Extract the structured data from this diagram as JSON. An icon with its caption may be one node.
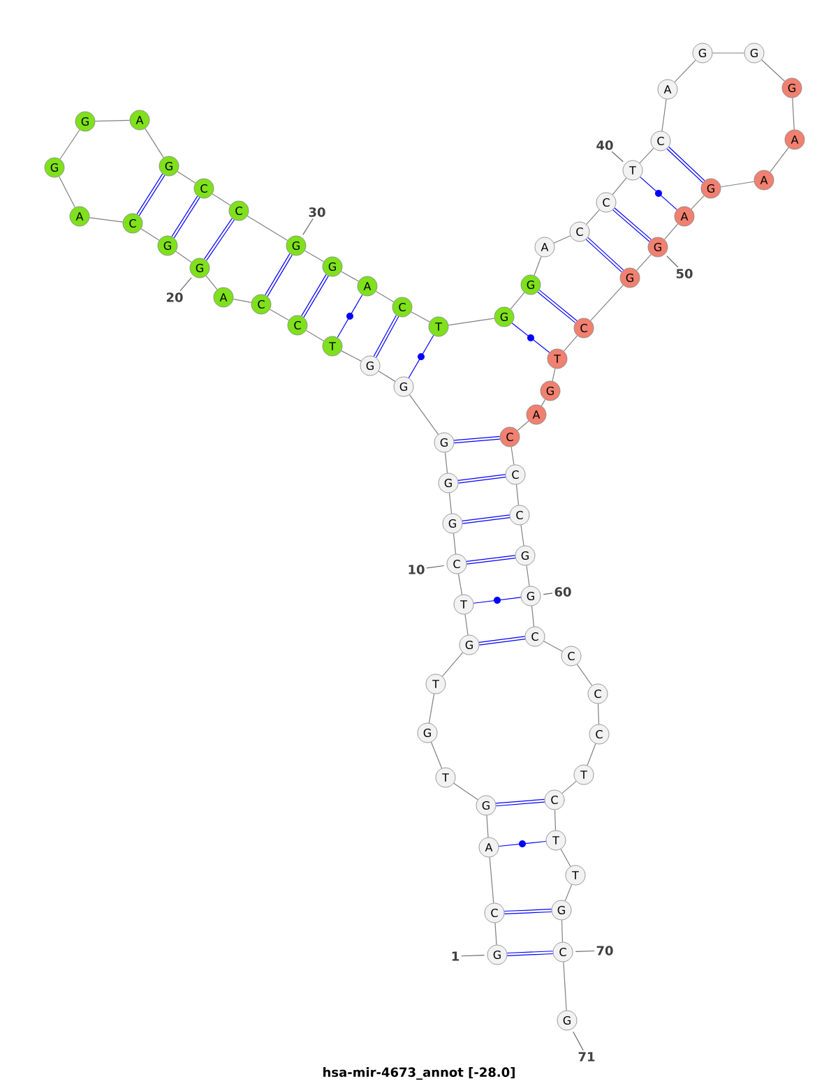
{
  "diagram": {
    "title": "hsa-mir-4673_annot [-28.0]",
    "nodes": [
      {
        "text": [
          "G"
        ]
      },
      {
        "text": [
          "C"
        ]
      },
      {
        "text": [
          "A"
        ]
      },
      {
        "text": [
          "G"
        ]
      },
      {
        "text": [
          "T"
        ]
      },
      {
        "text": [
          "G"
        ]
      },
      {
        "text": [
          "T"
        ]
      },
      {
        "text": [
          "G"
        ]
      },
      {
        "text": [
          "T"
        ]
      },
      {
        "text": [
          "C"
        ]
      },
      {
        "text": [
          "G"
        ]
      },
      {
        "text": [
          "G"
        ]
      },
      {
        "text": [
          "G"
        ]
      },
      {
        "text": [
          "G"
        ]
      },
      {
        "text": [
          "G"
        ]
      },
      {
        "text": [
          "T"
        ]
      },
      {
        "text": [
          "C"
        ]
      },
      {
        "text": [
          "C"
        ]
      },
      {
        "text": [
          "A"
        ]
      },
      {
        "text": [
          "G"
        ]
      },
      {
        "text": [
          "G"
        ]
      },
      {
        "text": [
          "C"
        ]
      },
      {
        "text": [
          "A"
        ]
      },
      {
        "text": [
          "G"
        ]
      },
      {
        "text": [
          "G"
        ]
      },
      {
        "text": [
          "A"
        ]
      },
      {
        "text": [
          "G"
        ]
      },
      {
        "text": [
          "C"
        ]
      },
      {
        "text": [
          "C"
        ]
      },
      {
        "text": [
          "G"
        ]
      },
      {
        "text": [
          "G"
        ]
      },
      {
        "text": [
          "A"
        ]
      },
      {
        "text": [
          "C"
        ]
      },
      {
        "text": [
          "T"
        ]
      },
      {
        "text": [
          "G"
        ]
      },
      {
        "text": [
          "G"
        ]
      },
      {
        "text": [
          "A"
        ]
      },
      {
        "text": [
          "C"
        ]
      },
      {
        "text": [
          "C"
        ]
      },
      {
        "text": [
          "T"
        ]
      },
      {
        "text": [
          "C"
        ]
      },
      {
        "text": [
          "A"
        ]
      },
      {
        "text": [
          "G"
        ]
      },
      {
        "text": [
          "G"
        ]
      },
      {
        "text": [
          "G"
        ]
      },
      {
        "text": [
          "A"
        ]
      },
      {
        "text": [
          "A"
        ]
      },
      {
        "text": [
          "G"
        ]
      },
      {
        "text": [
          "A"
        ]
      },
      {
        "text": [
          "G"
        ]
      },
      {
        "text": [
          "G"
        ]
      },
      {
        "text": [
          "C"
        ]
      },
      {
        "text": [
          "T"
        ]
      },
      {
        "text": [
          "G"
        ]
      },
      {
        "text": [
          "A"
        ]
      },
      {
        "text": [
          "C"
        ]
      },
      {
        "text": [
          "C"
        ]
      },
      {
        "text": [
          "C"
        ]
      },
      {
        "text": [
          "G"
        ]
      },
      {
        "text": [
          "G"
        ]
      },
      {
        "text": [
          "C"
        ]
      },
      {
        "text": [
          "C"
        ]
      },
      {
        "text": [
          "C"
        ]
      },
      {
        "text": [
          "C"
        ]
      },
      {
        "text": [
          "T"
        ]
      },
      {
        "text": [
          "C"
        ]
      },
      {
        "text": [
          "T"
        ]
      },
      {
        "text": [
          "T"
        ]
      },
      {
        "text": [
          "G"
        ]
      },
      {
        "text": [
          "C"
        ]
      },
      {
        "text": [
          "G"
        ]
      },
      {
        "text": [
          "1"
        ]
      },
      {
        "text": [
          "10"
        ]
      },
      {
        "text": [
          "20"
        ]
      },
      {
        "text": [
          "30"
        ]
      },
      {
        "text": [
          "40"
        ]
      },
      {
        "text": [
          "50"
        ]
      },
      {
        "text": [
          "60"
        ]
      },
      {
        "text": [
          "70"
        ]
      },
      {
        "text": [
          "71"
        ]
      }
    ],
    "edges": [
      {
        "from": 0,
        "to": 1,
        "arrow": "none"
      },
      {
        "from": 1,
        "to": 2,
        "arrow": "none"
      },
      {
        "from": 2,
        "to": 3,
        "arrow": "none"
      },
      {
        "from": 3,
        "to": 4,
        "arrow": "none"
      },
      {
        "from": 4,
        "to": 5,
        "arrow": "none"
      },
      {
        "from": 5,
        "to": 6,
        "arrow": "none"
      },
      {
        "from": 6,
        "to": 7,
        "arrow": "none"
      },
      {
        "from": 7,
        "to": 8,
        "arrow": "none"
      },
      {
        "from": 8,
        "to": 9,
        "arrow": "none"
      },
      {
        "from": 9,
        "to": 10,
        "arrow": "none"
      },
      {
        "from": 10,
        "to": 11,
        "arrow": "none"
      },
      {
        "from": 11,
        "to": 12,
        "arrow": "none"
      },
      {
        "from": 12,
        "to": 13,
        "arrow": "none"
      },
      {
        "from": 13,
        "to": 14,
        "arrow": "none"
      },
      {
        "from": 14,
        "to": 15,
        "arrow": "none"
      },
      {
        "from": 15,
        "to": 16,
        "arrow": "none"
      },
      {
        "from": 16,
        "to": 17,
        "arrow": "none"
      },
      {
        "from": 17,
        "to": 18,
        "arrow": "none"
      },
      {
        "from": 18,
        "to": 19,
        "arrow": "none"
      },
      {
        "from": 19,
        "to": 20,
        "arrow": "none"
      },
      {
        "from": 20,
        "to": 21,
        "arrow": "none"
      },
      {
        "from": 21,
        "to": 22,
        "arrow": "none"
      },
      {
        "from": 22,
        "to": 23,
        "arrow": "none"
      },
      {
        "from": 23,
        "to": 24,
        "arrow": "none"
      },
      {
        "from": 24,
        "to": 25,
        "arrow": "none"
      },
      {
        "from": 25,
        "to": 26,
        "arrow": "none"
      },
      {
        "from": 26,
        "to": 27,
        "arrow": "none"
      },
      {
        "from": 27,
        "to": 28,
        "arrow": "none"
      },
      {
        "from": 28,
        "to": 29,
        "arrow": "none"
      },
      {
        "from": 29,
        "to": 30,
        "arrow": "none"
      },
      {
        "from": 30,
        "to": 31,
        "arrow": "none"
      },
      {
        "from": 31,
        "to": 32,
        "arrow": "none"
      },
      {
        "from": 32,
        "to": 33,
        "arrow": "none"
      },
      {
        "from": 33,
        "to": 34,
        "arrow": "none"
      },
      {
        "from": 34,
        "to": 35,
        "arrow": "none"
      },
      {
        "from": 35,
        "to": 36,
        "arrow": "none"
      },
      {
        "from": 36,
        "to": 37,
        "arrow": "none"
      },
      {
        "from": 37,
        "to": 38,
        "arrow": "none"
      },
      {
        "from": 38,
        "to": 39,
        "arrow": "none"
      },
      {
        "from": 39,
        "to": 40,
        "arrow": "none"
      },
      {
        "from": 40,
        "to": 41,
        "arrow": "none"
      },
      {
        "from": 41,
        "to": 42,
        "arrow": "none"
      },
      {
        "from": 42,
        "to": 43,
        "arrow": "none"
      },
      {
        "from": 43,
        "to": 44,
        "arrow": "none"
      },
      {
        "from": 44,
        "to": 45,
        "arrow": "none"
      },
      {
        "from": 45,
        "to": 46,
        "arrow": "none"
      },
      {
        "from": 46,
        "to": 47,
        "arrow": "none"
      },
      {
        "from": 47,
        "to": 48,
        "arrow": "none"
      },
      {
        "from": 48,
        "to": 49,
        "arrow": "none"
      },
      {
        "from": 49,
        "to": 50,
        "arrow": "none"
      },
      {
        "from": 50,
        "to": 51,
        "arrow": "none"
      },
      {
        "from": 51,
        "to": 52,
        "arrow": "none"
      },
      {
        "from": 52,
        "to": 53,
        "arrow": "none"
      },
      {
        "from": 53,
        "to": 54,
        "arrow": "none"
      },
      {
        "from": 54,
        "to": 55,
        "arrow": "none"
      },
      {
        "from": 55,
        "to": 56,
        "arrow": "none"
      },
      {
        "from": 56,
        "to": 57,
        "arrow": "none"
      },
      {
        "from": 57,
        "to": 58,
        "arrow": "none"
      },
      {
        "from": 58,
        "to": 59,
        "arrow": "none"
      },
      {
        "from": 59,
        "to": 60,
        "arrow": "none"
      },
      {
        "from": 60,
        "to": 61,
        "arrow": "none"
      },
      {
        "from": 61,
        "to": 62,
        "arrow": "none"
      },
      {
        "from": 62,
        "to": 63,
        "arrow": "none"
      },
      {
        "from": 63,
        "to": 64,
        "arrow": "none"
      },
      {
        "from": 64,
        "to": 65,
        "arrow": "none"
      },
      {
        "from": 65,
        "to": 66,
        "arrow": "none"
      },
      {
        "from": 66,
        "to": 67,
        "arrow": "none"
      },
      {
        "from": 67,
        "to": 68,
        "arrow": "none"
      },
      {
        "from": 68,
        "to": 69,
        "arrow": "none"
      },
      {
        "from": 69,
        "to": 70,
        "arrow": "none"
      },
      {
        "from": 0,
        "to": 69,
        "arrow": "none",
        "style": "thick",
        "color": "#0000ff"
      },
      {
        "from": 1,
        "to": 68,
        "arrow": "none",
        "style": "thick",
        "color": "#0000ff"
      },
      {
        "from": 2,
        "to": 66,
        "arrow": "none",
        "color": "#0000ff"
      },
      {
        "from": 3,
        "to": 65,
        "arrow": "none",
        "style": "thick",
        "color": "#0000ff"
      },
      {
        "from": 7,
        "to": 60,
        "arrow": "none",
        "style": "thick",
        "color": "#0000ff"
      },
      {
        "from": 8,
        "to": 59,
        "arrow": "none",
        "color": "#0000ff"
      },
      {
        "from": 9,
        "to": 58,
        "arrow": "none",
        "style": "thick",
        "color": "#0000ff"
      },
      {
        "from": 10,
        "to": 57,
        "arrow": "none",
        "style": "thick",
        "color": "#0000ff"
      },
      {
        "from": 11,
        "to": 56,
        "arrow": "none",
        "style": "thick",
        "color": "#0000ff"
      },
      {
        "from": 12,
        "to": 55,
        "arrow": "none",
        "style": "thick",
        "color": "#0000ff"
      },
      {
        "from": 13,
        "to": 33,
        "arrow": "none",
        "color": "#0000ff"
      },
      {
        "from": 14,
        "to": 32,
        "arrow": "none",
        "style": "thick",
        "color": "#0000ff"
      },
      {
        "from": 15,
        "to": 31,
        "arrow": "none",
        "color": "#0000ff"
      },
      {
        "from": 16,
        "to": 30,
        "arrow": "none",
        "style": "thick",
        "color": "#0000ff"
      },
      {
        "from": 17,
        "to": 29,
        "arrow": "none",
        "style": "thick",
        "color": "#0000ff"
      },
      {
        "from": 19,
        "to": 28,
        "arrow": "none",
        "style": "thick",
        "color": "#0000ff"
      },
      {
        "from": 20,
        "to": 27,
        "arrow": "none",
        "style": "thick",
        "color": "#0000ff"
      },
      {
        "from": 21,
        "to": 26,
        "arrow": "none",
        "style": "thick",
        "color": "#0000ff"
      },
      {
        "from": 34,
        "to": 52,
        "arrow": "none",
        "color": "#0000ff"
      },
      {
        "from": 35,
        "to": 51,
        "arrow": "none",
        "style": "thick",
        "color": "#0000ff"
      },
      {
        "from": 37,
        "to": 50,
        "arrow": "none",
        "style": "thick",
        "color": "#0000ff"
      },
      {
        "from": 38,
        "to": 49,
        "arrow": "none",
        "style": "thick",
        "color": "#0000ff"
      },
      {
        "from": 39,
        "to": 48,
        "arrow": "none",
        "color": "#0000ff"
      },
      {
        "from": 40,
        "to": 47,
        "arrow": "none",
        "style": "thick",
        "color": "#0000ff"
      },
      {
        "from": 71,
        "to": 0,
        "arrow": "none"
      },
      {
        "from": 72,
        "to": 9,
        "arrow": "none"
      },
      {
        "from": 73,
        "to": 19,
        "arrow": "none"
      },
      {
        "from": 74,
        "to": 29,
        "arrow": "none"
      },
      {
        "from": 75,
        "to": 39,
        "arrow": "none"
      },
      {
        "from": 76,
        "to": 49,
        "arrow": "none"
      },
      {
        "from": 77,
        "to": 59,
        "arrow": "none"
      },
      {
        "from": 78,
        "to": 69,
        "arrow": "none"
      },
      {
        "from": 79,
        "to": 70,
        "arrow": "none"
      }
    ]
  }
}
